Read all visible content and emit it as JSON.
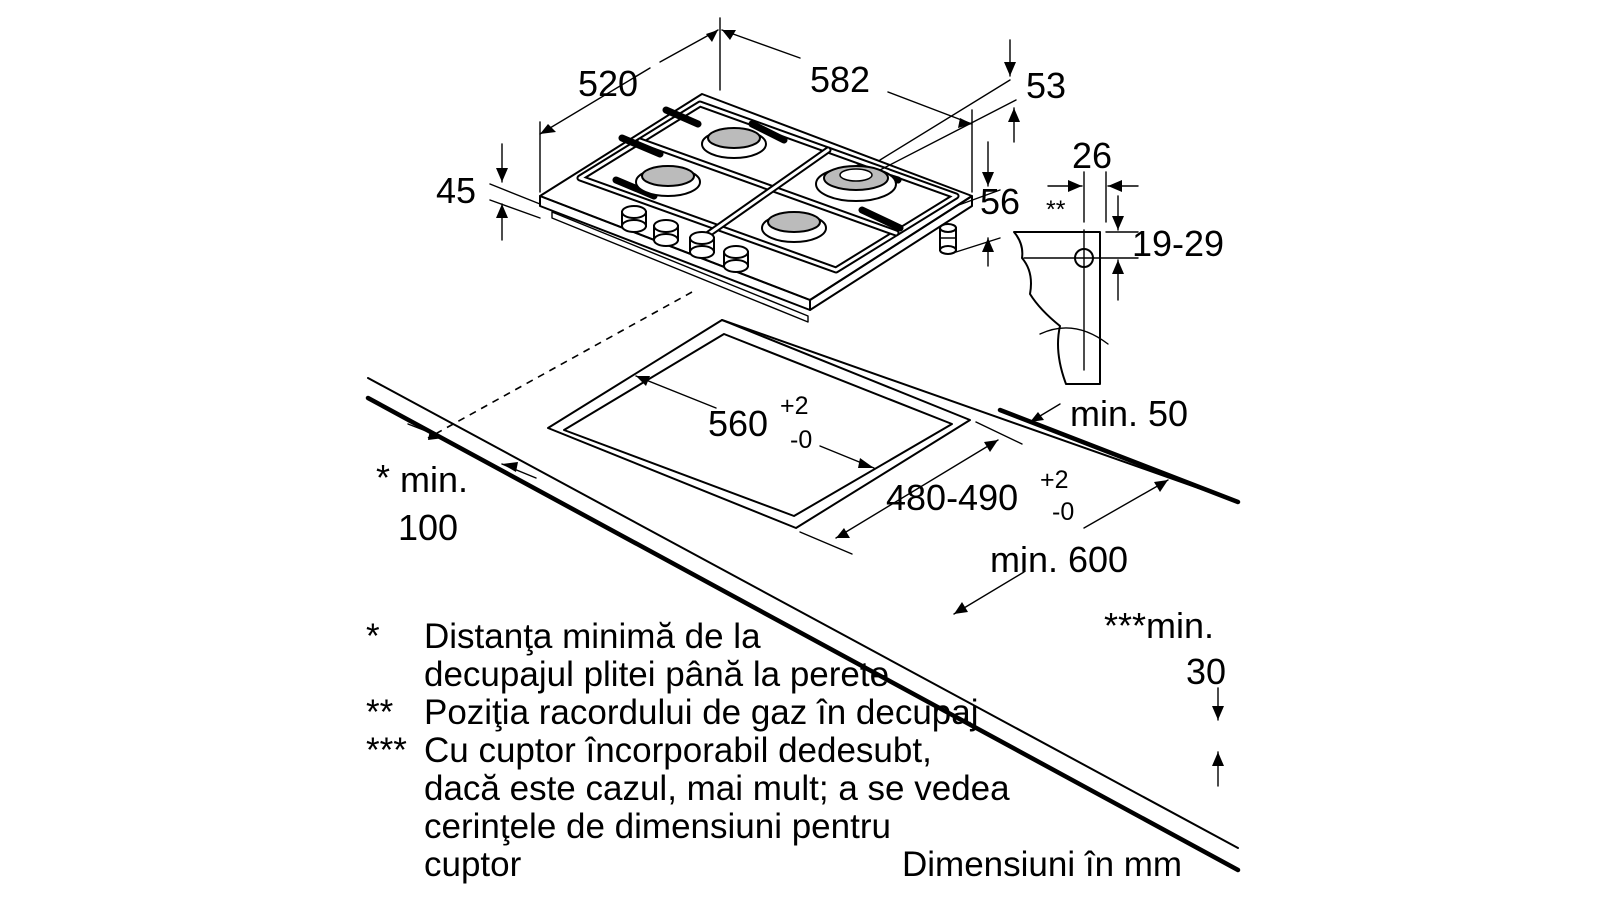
{
  "dimensions": {
    "depth": "520",
    "width": "582",
    "right_height": "53",
    "body_height": "45",
    "side_height": "56",
    "connector_offset": "26",
    "connector_star": "**",
    "connector_height": "19-29",
    "cutout_width_main": "560",
    "cutout_width_sup": "+2",
    "cutout_width_sub": "-0",
    "cutout_depth_main": "480-490",
    "cutout_depth_sup": "+2",
    "cutout_depth_sub": "-0",
    "min_back": "min. 50",
    "min_front_star": "*",
    "min_front_line1": "min.",
    "min_front_line2": "100",
    "min_depth": "min. 600",
    "min_below_line1": "***min.",
    "min_below_line2": "30"
  },
  "notes": [
    {
      "marker": "*",
      "lines": [
        "Distanţa minimă de la",
        "decupajul plitei până la perete"
      ]
    },
    {
      "marker": "**",
      "lines": [
        "Poziţia racordului de gaz în decupaj"
      ]
    },
    {
      "marker": "***",
      "lines": [
        "Cu cuptor încorporabil dedesubt,",
        "dacă este cazul, mai mult; a se vedea",
        "cerinţele de dimensiuni pentru",
        "cuptor"
      ]
    }
  ],
  "units_note": "Dimensiuni în mm"
}
